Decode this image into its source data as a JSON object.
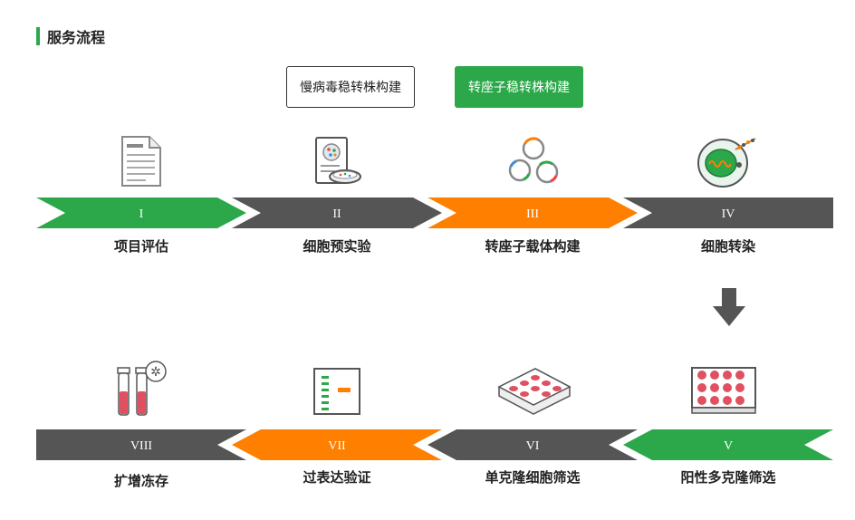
{
  "section": {
    "title": "服务流程"
  },
  "tabs": [
    {
      "label": "慢病毒稳转株构建",
      "active": false
    },
    {
      "label": "转座子稳转株构建",
      "active": true
    }
  ],
  "steps": [
    {
      "numeral": "I",
      "label": "项目评估",
      "color": "#2ca84a",
      "icon": "document-icon"
    },
    {
      "numeral": "II",
      "label": "细胞预实验",
      "color": "#555555",
      "icon": "petri-dish-report-icon"
    },
    {
      "numeral": "III",
      "label": "转座子载体构建",
      "color": "#ff7f00",
      "icon": "plasmid-rings-icon"
    },
    {
      "numeral": "IV",
      "label": "细胞转染",
      "color": "#555555",
      "icon": "cell-transfection-icon"
    },
    {
      "numeral": "V",
      "label": "阳性多克隆筛选",
      "color": "#2ca84a",
      "icon": "well-plate-filled-icon"
    },
    {
      "numeral": "VI",
      "label": "单克隆细胞筛选",
      "color": "#555555",
      "icon": "well-plate-partial-icon"
    },
    {
      "numeral": "VII",
      "label": "过表达验证",
      "color": "#ff7f00",
      "icon": "western-blot-icon"
    },
    {
      "numeral": "VIII",
      "label": "扩增冻存",
      "color": "#555555",
      "icon": "cryo-tubes-icon"
    }
  ],
  "colors": {
    "green": "#2ca84a",
    "orange": "#ff7f00",
    "gray": "#555555"
  }
}
